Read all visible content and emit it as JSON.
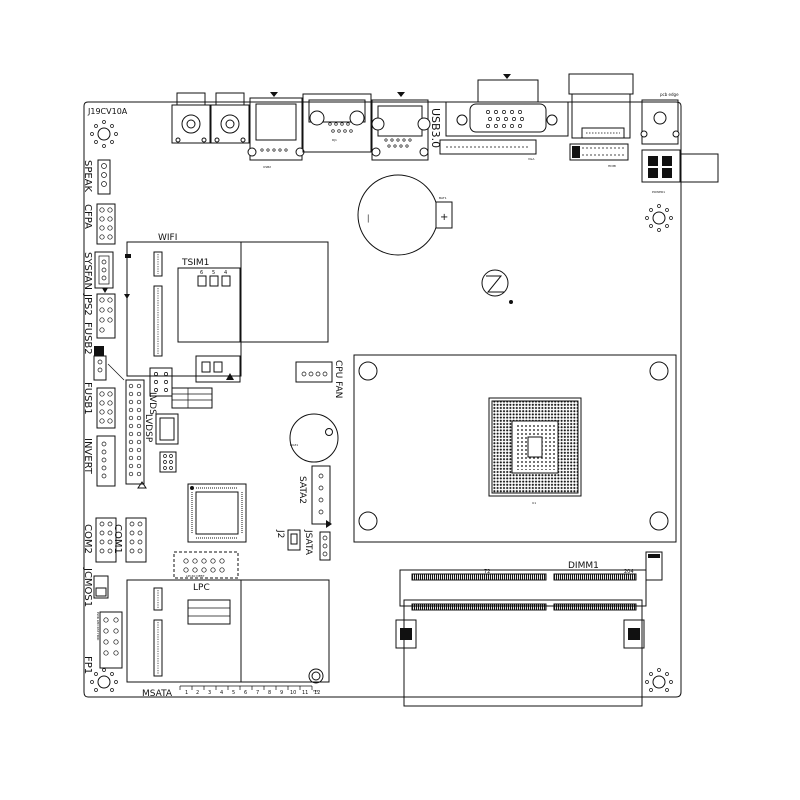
{
  "board": {
    "model": "J19CV10A",
    "left_labels": [
      "SPEAK",
      "CFPA",
      "SYSFAN",
      "JPS2",
      "FUSB2",
      "FUSB1",
      "INVERT",
      "COM2",
      "COM1",
      "JCMOS1",
      "FP1"
    ],
    "wifi": "WIFI",
    "tsim": "TSIM1",
    "lvds": "LVDS",
    "lvdsp": "LVDSP",
    "cpu_fan": "CPU FAN",
    "sata2": "SATA2",
    "jsata": "JSATA",
    "j2": "J2",
    "lpc": "LPC",
    "msata": "MSATA",
    "dimm": "DIMM1",
    "dimm_pin_72": "72",
    "dimm_pin_204": "204",
    "usb30": "USB3.0",
    "bat_plus": "+",
    "bat_minus": "—",
    "tsim_pins": [
      "6",
      "5",
      "4"
    ],
    "ruler": [
      "1",
      "2",
      "3",
      "4",
      "5",
      "6",
      "7",
      "8",
      "9",
      "10",
      "11",
      "12"
    ],
    "fine": {
      "usb_label": "USB2",
      "rj45_label": "RJ1",
      "vga": "VGA",
      "hdmi": "HDMI",
      "power": "POWER1",
      "pcb_edge": "pcb edge",
      "bat": "BAT1",
      "buzzer": "BUZ1",
      "u1": "U1",
      "lpc_note": "LPC40 DEBT",
      "tp": "TP1",
      "fpdetail": "PWR LED RST HDD"
    }
  }
}
